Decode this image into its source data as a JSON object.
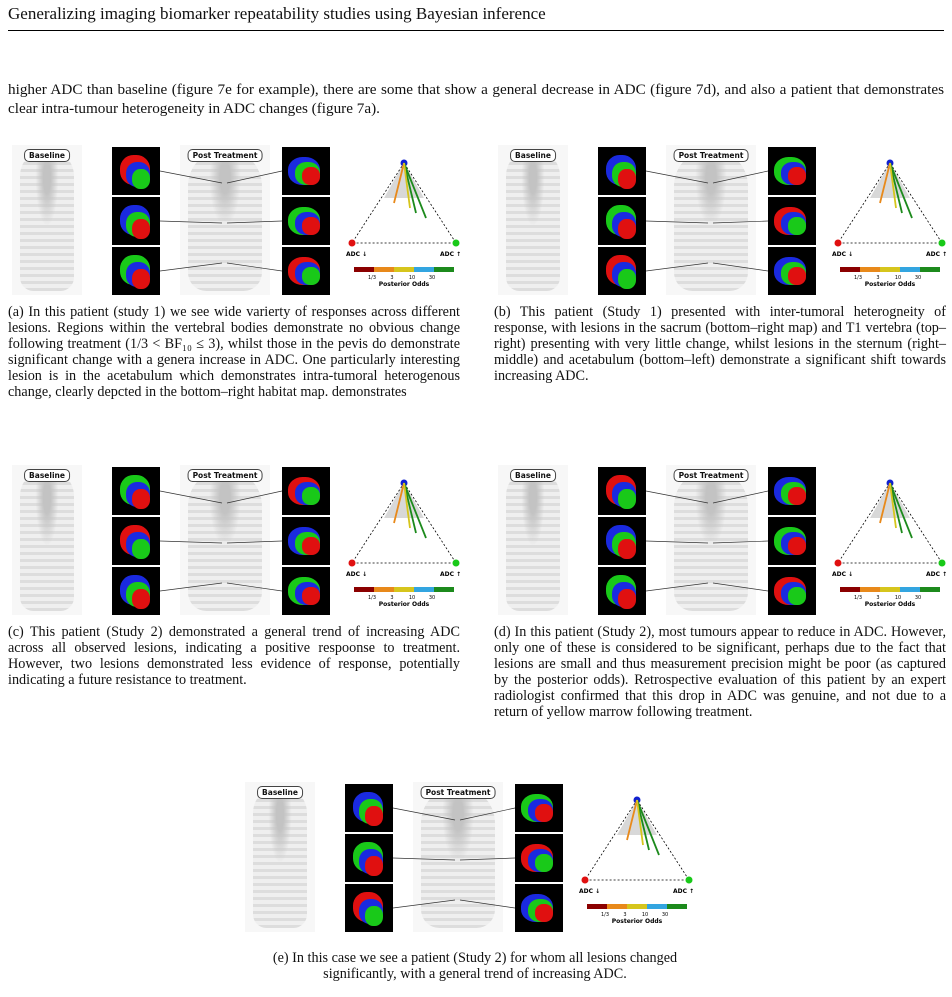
{
  "header": {
    "running_title": "Generalizing imaging biomarker repeatability studies using Bayesian inference"
  },
  "intro_text": "higher ADC than baseline (figure 7e for example), there are some that show a general decrease in ADC (figure 7d), and also a patient that demonstrates clear intra-tumour heterogeneity in ADC changes (figure 7a).",
  "figure_labels": {
    "baseline": "Baseline",
    "post_treatment": "Post Treatment",
    "adc_down": "ADC ↓",
    "adc_up": "ADC ↑",
    "odds_title": "Posterior Odds",
    "odds_ticks": [
      "1/3",
      "3",
      "10",
      "30"
    ]
  },
  "odds_colors": [
    "#8b0000",
    "#e8891a",
    "#d6c51c",
    "#33a5e0",
    "#1c8a1c"
  ],
  "captions": {
    "a": "(a) In this patient (study 1) we see wide varierty of responses across different lesions. Regions within the vertebral bodies demonstrate no obvious change following treatment (1/3 < BF₁₀ ≤ 3), whilst those in the pevis do demonstrate significant change with a genera increase in ADC. One particularly interesting lesion is in the acetabulum which demonstrates intra-tumoral heterogenous change, clearly depcted in the bottom–right habitat map. demonstrates",
    "b": "(b) This patient (Study 1) presented with inter-tumoral heterogneity of response, with lesions in the sacrum (bottom–right map) and T1 vertebra (top–right) presenting with very little change, whilst lesions in the sternum (right–middle) and acetabulum (bottom–left) demonstrate a significant shift towards increasing ADC.",
    "c": "(c) This patient (Study 2) demonstrated a general trend of increasing ADC across all observed lesions, indicating a positive respoonse to treatment. However, two lesions demonstrated less evidence of response, potentially indicating a future resistance to treatment.",
    "d": "(d) In this patient (Study 2), most tumours appear to reduce in ADC. However, only one of these is considered to be significant, perhaps due to the fact that lesions are small and thus measurement precision might be poor (as captured by the posterior odds). Retrospective evaluation of this patient by an expert radiologist confirmed that this drop in ADC was genuine, and not due to a return of yellow marrow following treatment.",
    "e": "(e) In this case we see a patient (Study 2) for whom all lesions changed significantly, with a general trend of increasing ADC."
  }
}
